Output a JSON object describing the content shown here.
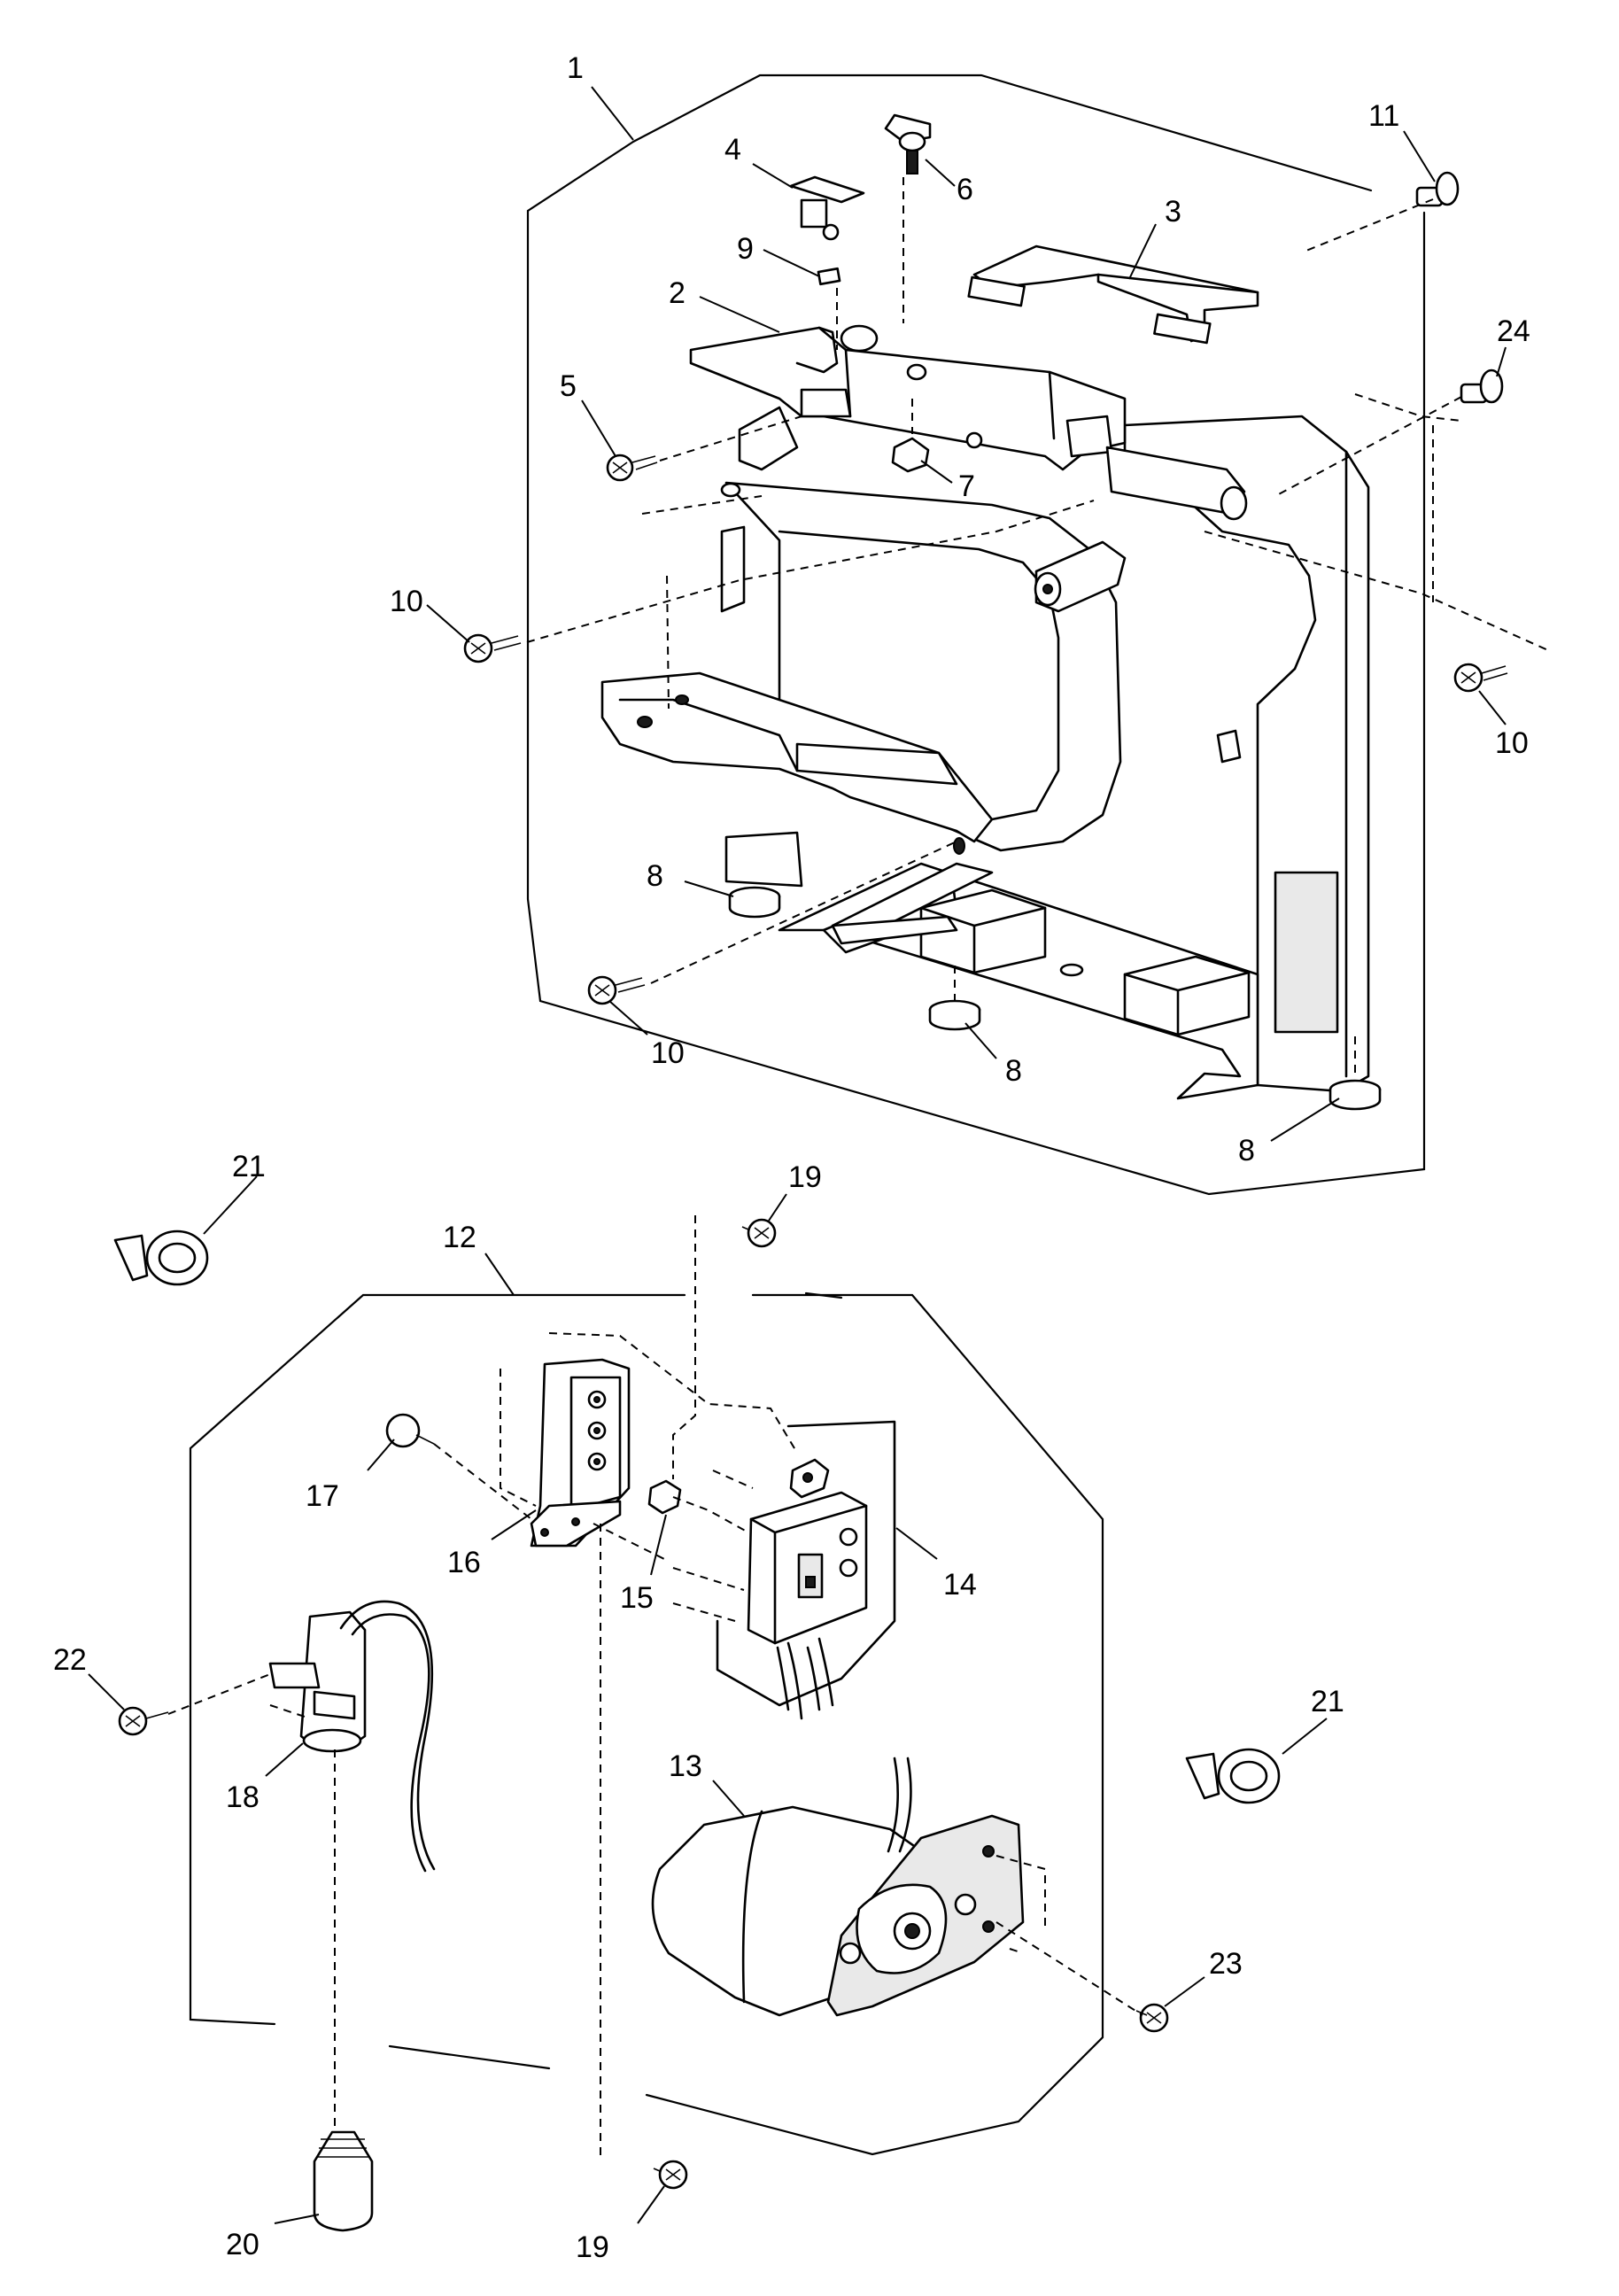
{
  "diagram": {
    "callouts": [
      {
        "id": "c1",
        "text": "1"
      },
      {
        "id": "c2",
        "text": "2"
      },
      {
        "id": "c3",
        "text": "3"
      },
      {
        "id": "c4",
        "text": "4"
      },
      {
        "id": "c5",
        "text": "5"
      },
      {
        "id": "c6",
        "text": "6"
      },
      {
        "id": "c7",
        "text": "7"
      },
      {
        "id": "c8a",
        "text": "8"
      },
      {
        "id": "c8b",
        "text": "8"
      },
      {
        "id": "c8c",
        "text": "8"
      },
      {
        "id": "c9",
        "text": "9"
      },
      {
        "id": "c10a",
        "text": "10"
      },
      {
        "id": "c10b",
        "text": "10"
      },
      {
        "id": "c10c",
        "text": "10"
      },
      {
        "id": "c11",
        "text": "11"
      },
      {
        "id": "c24",
        "text": "24"
      },
      {
        "id": "c12",
        "text": "12"
      },
      {
        "id": "c13",
        "text": "13"
      },
      {
        "id": "c14",
        "text": "14"
      },
      {
        "id": "c15",
        "text": "15"
      },
      {
        "id": "c16",
        "text": "16"
      },
      {
        "id": "c17",
        "text": "17"
      },
      {
        "id": "c18",
        "text": "18"
      },
      {
        "id": "c19a",
        "text": "19"
      },
      {
        "id": "c19b",
        "text": "19"
      },
      {
        "id": "c20",
        "text": "20"
      },
      {
        "id": "c21a",
        "text": "21"
      },
      {
        "id": "c21b",
        "text": "21"
      },
      {
        "id": "c22",
        "text": "22"
      },
      {
        "id": "c23",
        "text": "23"
      }
    ]
  }
}
